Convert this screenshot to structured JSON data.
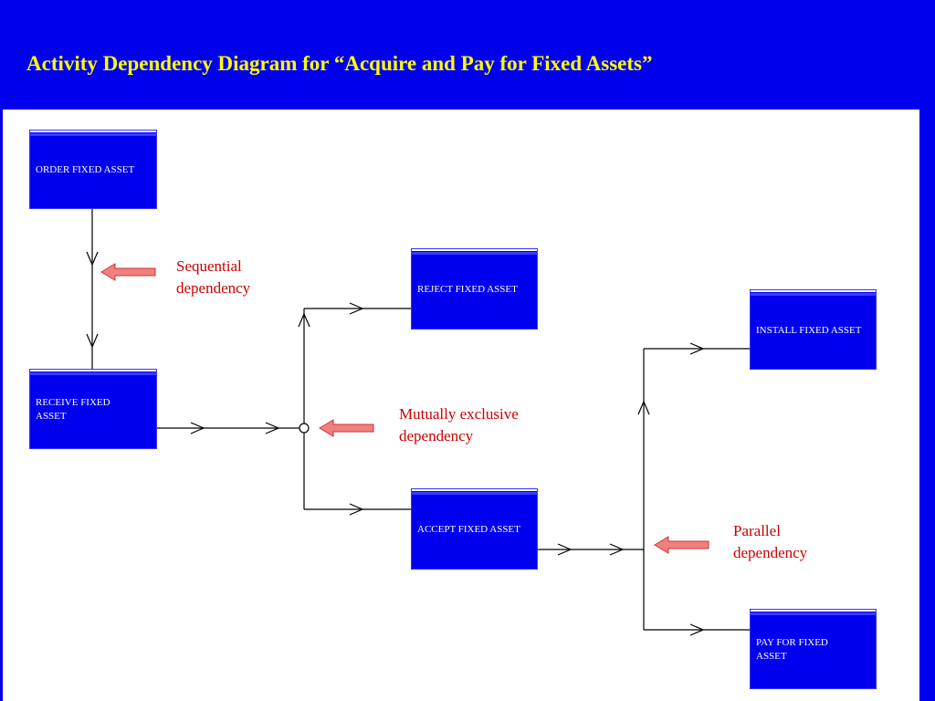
{
  "title": "Activity Dependency Diagram for “Acquire and Pay for Fixed Assets”",
  "nodes": {
    "order": "ORDER FIXED ASSET",
    "receive": "RECEIVE FIXED ASSET",
    "reject": "REJECT FIXED ASSET",
    "accept": "ACCEPT FIXED ASSET",
    "install": "INSTALL FIXED ASSET",
    "pay": "PAY FOR FIXED ASSET"
  },
  "annotations": {
    "sequential": {
      "line1": "Sequential",
      "line2": "dependency"
    },
    "mutually_exclusive": {
      "line1": "Mutually exclusive",
      "line2": "dependency"
    },
    "parallel": {
      "line1": "Parallel",
      "line2": "dependency"
    }
  },
  "colors": {
    "background": "#0000EE",
    "title": "#FFFF00",
    "canvas": "#FFFFFF",
    "node_fill": "#0000EE",
    "note_text": "#CC0000",
    "pointer_arrow": "#F08080"
  }
}
